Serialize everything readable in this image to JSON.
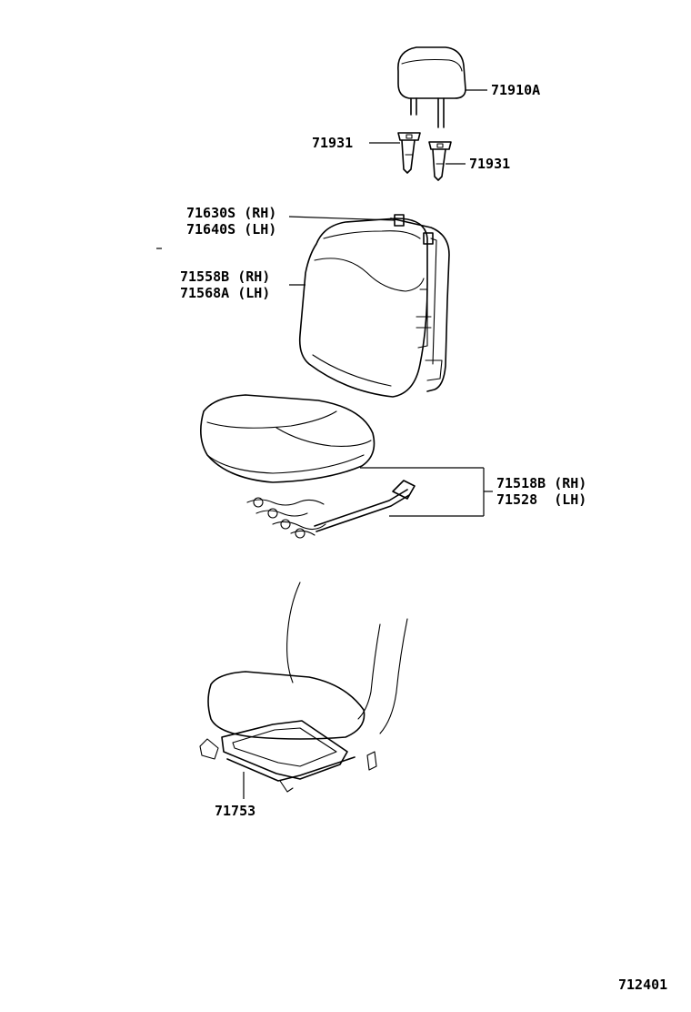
{
  "diagram": {
    "parts": {
      "headrest": {
        "number": "71910A"
      },
      "headrest_support_left": {
        "number": "71931"
      },
      "headrest_support_right": {
        "number": "71931"
      },
      "back_frame": {
        "line1": "71630S (RH)",
        "line2": "71640S (LH)"
      },
      "back_cover": {
        "line1": "71558B (RH)",
        "line2": "71568A (LH)"
      },
      "cushion": {
        "line1": "71518B (RH)",
        "line2": "71528  (LH)"
      },
      "adjuster": {
        "number": "71753"
      }
    },
    "figure_number": "712401"
  }
}
